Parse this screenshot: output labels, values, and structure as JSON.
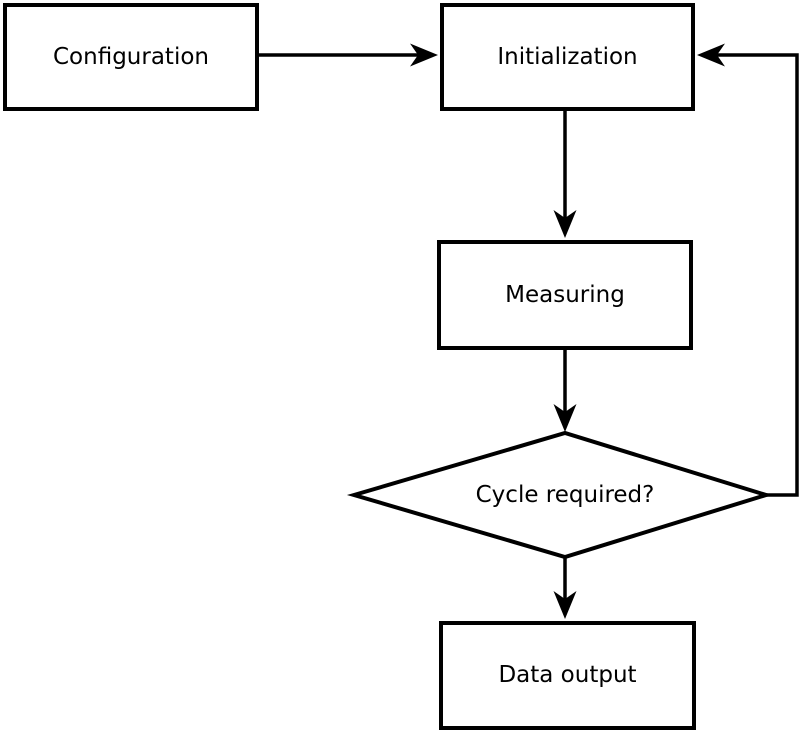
{
  "diagram": {
    "type": "flowchart",
    "colors": {
      "stroke": "#000000",
      "node_fill": "#ffffff",
      "text": "#000000",
      "background": "#ffffff"
    },
    "nodes": {
      "configuration": {
        "label": "Configuration",
        "shape": "rectangle"
      },
      "initialization": {
        "label": "Initialization",
        "shape": "rectangle"
      },
      "measuring": {
        "label": "Measuring",
        "shape": "rectangle"
      },
      "cycle_required": {
        "label": "Cycle required?",
        "shape": "diamond"
      },
      "data_output": {
        "label": "Data output",
        "shape": "rectangle"
      }
    },
    "edges": [
      {
        "from": "configuration",
        "to": "initialization",
        "style": "arrow"
      },
      {
        "from": "initialization",
        "to": "measuring",
        "style": "arrow"
      },
      {
        "from": "measuring",
        "to": "cycle_required",
        "style": "arrow"
      },
      {
        "from": "cycle_required",
        "to": "data_output",
        "style": "arrow"
      },
      {
        "from": "cycle_required",
        "to": "initialization",
        "style": "arrow",
        "route": "loop-right-side"
      }
    ]
  }
}
